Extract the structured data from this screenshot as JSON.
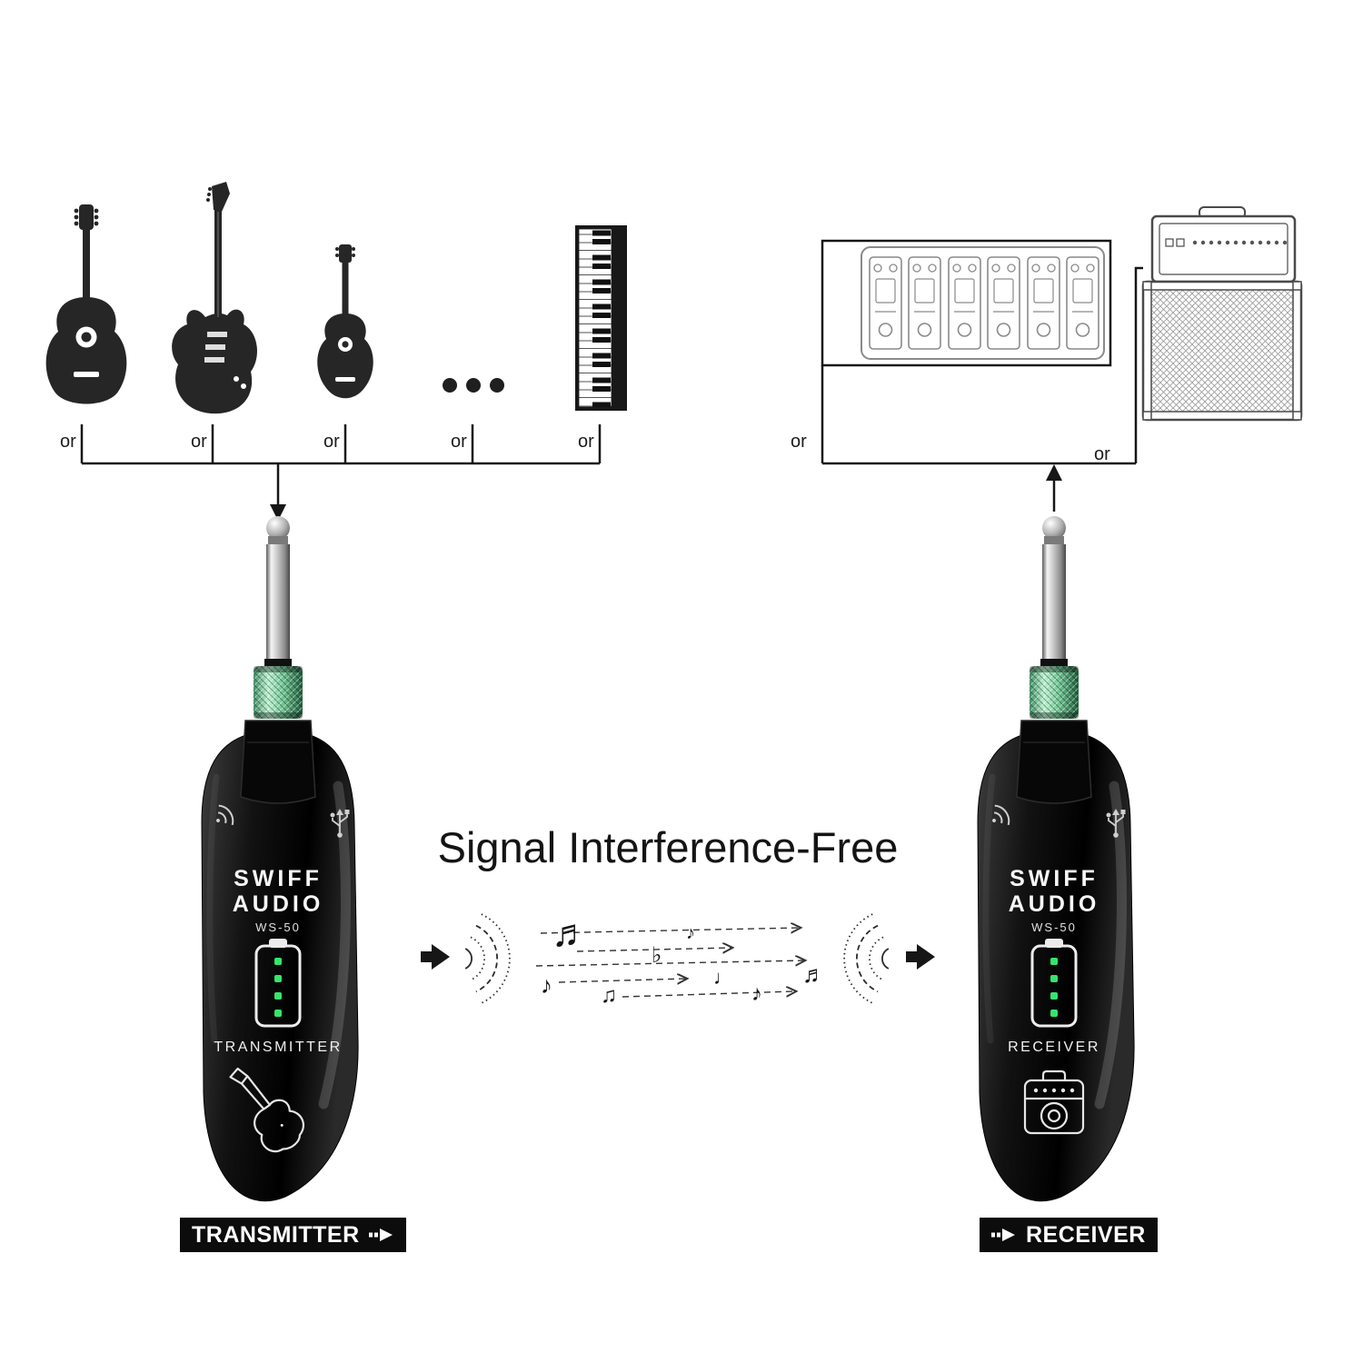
{
  "title": "Signal Interference-Free",
  "connector": {
    "or_label": "or"
  },
  "transmitter": {
    "brand_line1": "SWIFF",
    "brand_line2": "AUDIO",
    "model": "WS-50",
    "panel_label": "TRANSMITTER",
    "badge_label": "TRANSMITTER"
  },
  "receiver": {
    "brand_line1": "SWIFF",
    "brand_line2": "AUDIO",
    "model": "WS-50",
    "panel_label": "RECEIVER",
    "badge_label": "RECEIVER"
  },
  "glyphs": {
    "clef_note": "♬",
    "eighth_note": "♪",
    "beamed_note": "♫",
    "quarter_note": "♩",
    "flat_sign": "♭"
  },
  "colors": {
    "collar_green": "#6fc593",
    "battery_green": "#36e46c",
    "device_black": "#0a0a0a",
    "line_black": "#161616"
  }
}
